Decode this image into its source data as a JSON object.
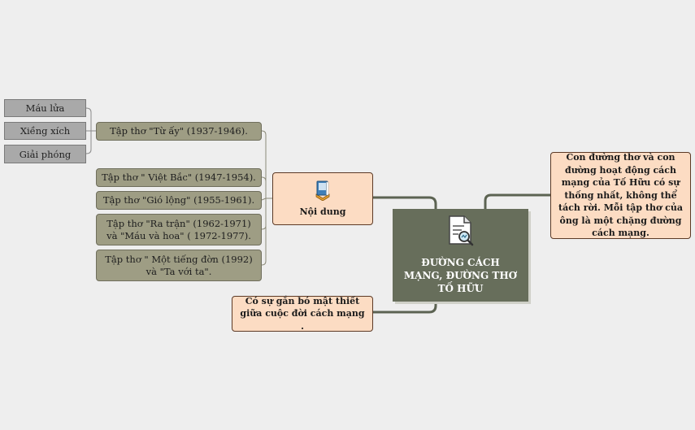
{
  "central": {
    "title": "ĐƯỜNG CÁCH MẠNG, ĐƯỜNG THƠ TỐ HỮU",
    "icon": "document-search-icon"
  },
  "content_topic": {
    "label": "Nội dung",
    "icon": "book-icon"
  },
  "poem_collections": [
    {
      "label": "Tập thơ \"Từ ấy\" (1937-1946)."
    },
    {
      "label": "Tập thơ \" Việt Bắc\" (1947-1954)."
    },
    {
      "label": "Tập thơ \"Gió lộng\" (1955-1961)."
    },
    {
      "label": "Tập thơ \"Ra trận\" (1962-1971) và \"Máu và hoa\" ( 1972-1977)."
    },
    {
      "label": "Tập thơ \" Một tiếng đờn (1992) và \"Ta với ta\"."
    }
  ],
  "tu_ay_sections": [
    "Máu lửa",
    "Xiềng xích",
    "Giải phóng"
  ],
  "note_right": "Con đường thơ và con đường hoạt động cách mạng của Tố Hữu có sự thống nhất, không thể tách rời. Mỗi tập thơ của ông là một chặng đường cách mạng.",
  "note_bottom": "Có sự gắn bó mật thiết giữa cuộc đời cách mạng .",
  "colors": {
    "background": "#eeeeee",
    "central_fill": "#676e5b",
    "peach_fill": "#fcdcc3",
    "poem_fill": "#9e9d84",
    "leaf_fill": "#a9a9a9",
    "connector": "#5c6352"
  }
}
